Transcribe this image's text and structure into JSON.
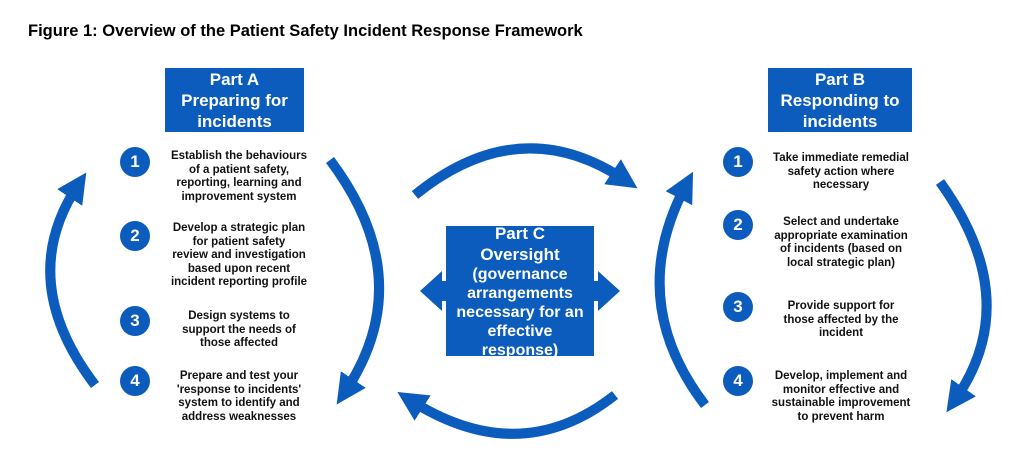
{
  "figure": {
    "title": "Figure 1: Overview of the Patient Safety Incident Response Framework"
  },
  "part_a": {
    "heading": [
      "Part A",
      "Preparing for",
      "incidents"
    ],
    "steps": [
      {
        "number": "1",
        "lines": [
          "Establish the behaviours",
          "of a patient safety,",
          "reporting, learning and",
          "improvement system"
        ]
      },
      {
        "number": "2",
        "lines": [
          "Develop a strategic plan",
          "for patient safety",
          "review and investigation",
          "based upon recent",
          "incident reporting profile"
        ]
      },
      {
        "number": "3",
        "lines": [
          "Design systems to",
          "support the needs of",
          "those affected"
        ]
      },
      {
        "number": "4",
        "lines": [
          "Prepare and test your",
          "'response to incidents'",
          "system to identify and",
          "address weaknesses"
        ]
      }
    ]
  },
  "part_b": {
    "heading": [
      "Part B",
      "Responding to",
      "incidents"
    ],
    "steps": [
      {
        "number": "1",
        "lines": [
          "Take immediate remedial",
          "safety action where",
          "necessary"
        ]
      },
      {
        "number": "2",
        "lines": [
          "Select and undertake",
          "appropriate examination",
          "of incidents (based on",
          "local  strategic plan)"
        ]
      },
      {
        "number": "3",
        "lines": [
          "Provide support for",
          "those affected by the",
          "incident"
        ]
      },
      {
        "number": "4",
        "lines": [
          "Develop, implement and",
          "monitor effective and",
          "sustainable improvement",
          "to prevent harm"
        ]
      }
    ]
  },
  "part_c": {
    "title_lines": [
      "Part C",
      "Oversight"
    ],
    "body_lines": [
      "(governance",
      "arrangements",
      "necessary for an",
      "effective",
      "response)"
    ]
  },
  "colors": {
    "primary_blue": "#0b5cbc",
    "text": "#111111"
  }
}
